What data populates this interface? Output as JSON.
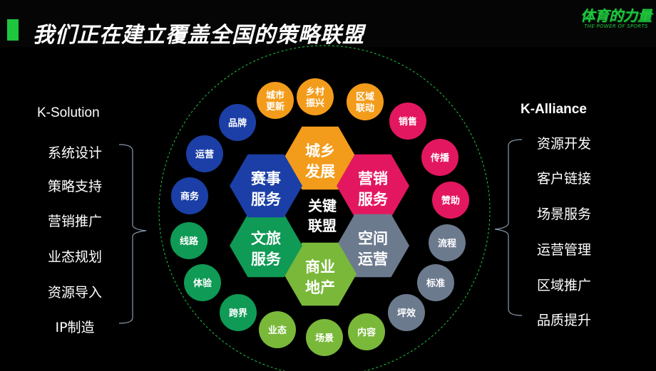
{
  "header": {
    "title": "我们正在建立覆盖全国的策略联盟"
  },
  "logo": {
    "main": "体育的力量",
    "sub": "THE POWER OF SPORTS"
  },
  "left_panel": {
    "heading": "K-Solution",
    "items": [
      "系统设计",
      "策略支持",
      "营销推广",
      "业态规划",
      "资源导入",
      "IP制造"
    ]
  },
  "right_panel": {
    "heading": "K-Alliance",
    "items": [
      "资源开发",
      "客户链接",
      "场景服务",
      "运营管理",
      "区域推广",
      "品质提升"
    ]
  },
  "center": {
    "line1": "关键",
    "line2": "联盟"
  },
  "colors": {
    "accent": "#1ec63d",
    "orange": "#f39c1b",
    "pink": "#e3175f",
    "slate": "#6c7a8e",
    "green": "#7ab83a",
    "teal": "#0f9a55",
    "blue": "#1b3fa6"
  },
  "hexagons": [
    {
      "line1": "城乡",
      "line2": "发展",
      "color": "#f39c1b"
    },
    {
      "line1": "营销",
      "line2": "服务",
      "color": "#e3175f"
    },
    {
      "line1": "空间",
      "line2": "运营",
      "color": "#6c7a8e"
    },
    {
      "line1": "商业",
      "line2": "地产",
      "color": "#7ab83a"
    },
    {
      "line1": "文旅",
      "line2": "服务",
      "color": "#0f9a55"
    },
    {
      "line1": "赛事",
      "line2": "服务",
      "color": "#1b3fa6"
    }
  ],
  "circles": [
    {
      "line1": "城市",
      "line2": "更新",
      "color": "#f39c1b"
    },
    {
      "line1": "乡村",
      "line2": "振兴",
      "color": "#f39c1b"
    },
    {
      "line1": "区域",
      "line2": "联动",
      "color": "#f39c1b"
    },
    {
      "line1": "销售",
      "line2": "",
      "color": "#e3175f"
    },
    {
      "line1": "传播",
      "line2": "",
      "color": "#e3175f"
    },
    {
      "line1": "赞助",
      "line2": "",
      "color": "#e3175f"
    },
    {
      "line1": "流程",
      "line2": "",
      "color": "#6c7a8e"
    },
    {
      "line1": "标准",
      "line2": "",
      "color": "#6c7a8e"
    },
    {
      "line1": "坪效",
      "line2": "",
      "color": "#6c7a8e"
    },
    {
      "line1": "内容",
      "line2": "",
      "color": "#7ab83a"
    },
    {
      "line1": "场景",
      "line2": "",
      "color": "#7ab83a"
    },
    {
      "line1": "业态",
      "line2": "",
      "color": "#7ab83a"
    },
    {
      "line1": "跨界",
      "line2": "",
      "color": "#0f9a55"
    },
    {
      "line1": "体验",
      "line2": "",
      "color": "#0f9a55"
    },
    {
      "line1": "线路",
      "line2": "",
      "color": "#0f9a55"
    },
    {
      "line1": "商务",
      "line2": "",
      "color": "#1b3fa6"
    },
    {
      "line1": "运营",
      "line2": "",
      "color": "#1b3fa6"
    },
    {
      "line1": "品牌",
      "line2": "",
      "color": "#1b3fa6"
    }
  ]
}
